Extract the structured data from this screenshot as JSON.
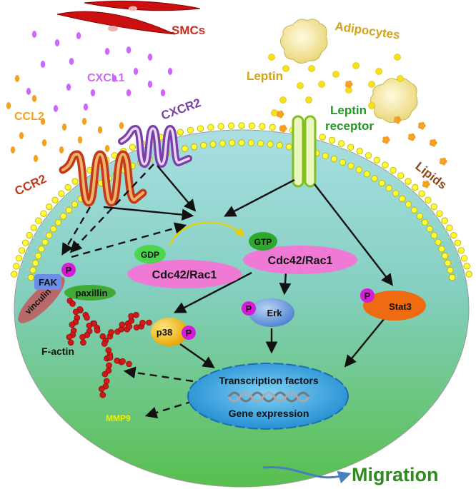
{
  "labels": {
    "smcs": "SMCs",
    "adipocytes": "Adipocytes",
    "leptin": "Leptin",
    "leptin_receptor_line1": "Leptin",
    "leptin_receptor_line2": "receptor",
    "lipids": "Lipids",
    "cxcl1": "CXCL1",
    "ccl2": "CCL2",
    "cxcr2": "CXCR2",
    "ccr2": "CCR2",
    "gdp": "GDP",
    "gtp": "GTP",
    "cdc42_rac1_inactive": "Cdc42/Rac1",
    "cdc42_rac1_active": "Cdc42/Rac1",
    "fak": "FAK",
    "paxillin": "paxillin",
    "vinculin": "vinculin",
    "f_actin": "F-actin",
    "p38": "p38",
    "erk": "Erk",
    "stat3": "Stat3",
    "phospho": "P",
    "transcription_factors": "Transcription factors",
    "gene_expression": "Gene expression",
    "mmp9": "MMP9",
    "migration": "Migration"
  },
  "colors": {
    "cell_top": "#8fd0d8",
    "cell_bottom": "#5fbf58",
    "membrane_head": "#ffff33",
    "ccr2": "#c23a18",
    "cxcr2": "#7b3fa8",
    "leptin_receptor": "#7fbf1f",
    "cdc42": "#ee7ad6",
    "gdp_gtp": "#3fbf3f",
    "phospho": "#d81bd8",
    "stat3": "#ee6b12",
    "erk": "#5a8fd8",
    "p38": "#f2c01a",
    "paxillin": "#3faa35",
    "vinculin": "#b86a6a",
    "f_actin": "#cc1a1a",
    "nucleus": "#3aa0de",
    "migration_text": "#2e8b1e",
    "cxcl1": "#cc66ff",
    "ccl2": "#f5a020",
    "leptin": "#f5e11a",
    "lipids": "#f5a020",
    "adipocyte": "#f5eba0"
  }
}
